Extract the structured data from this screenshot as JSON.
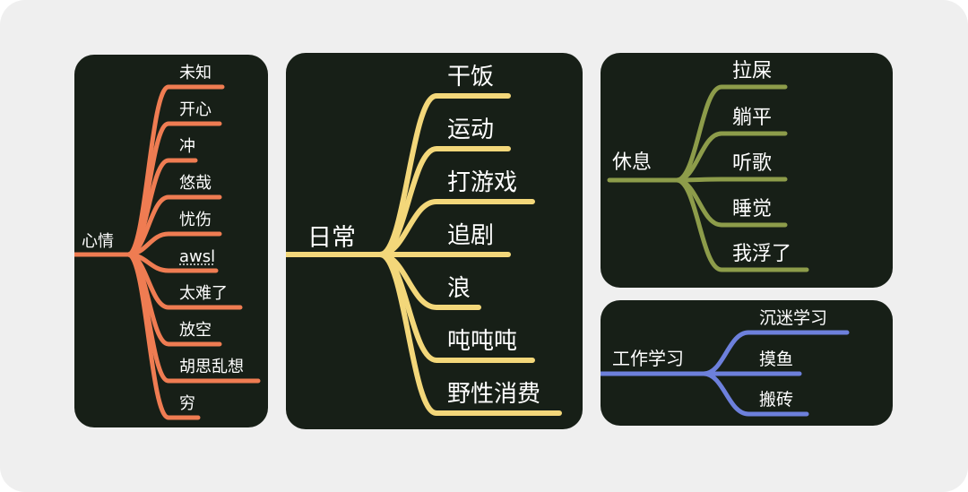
{
  "maps": [
    {
      "id": "mood",
      "color": "#ef7c52",
      "root": "心情",
      "leaves": [
        "未知",
        "开心",
        "冲",
        "悠哉",
        "忧伤",
        "awsl",
        "太难了",
        "放空",
        "胡思乱想",
        "穷"
      ]
    },
    {
      "id": "daily",
      "color": "#f3d77a",
      "root": "日常",
      "leaves": [
        "干饭",
        "运动",
        "打游戏",
        "追剧",
        "浪",
        "吨吨吨",
        "野性消费"
      ]
    },
    {
      "id": "rest",
      "color": "#8d9c4a",
      "root": "休息",
      "leaves": [
        "拉屎",
        "躺平",
        "听歌",
        "睡觉",
        "我浮了"
      ]
    },
    {
      "id": "work",
      "color": "#6d80dc",
      "root": "工作学习",
      "leaves": [
        "沉迷学习",
        "摸鱼",
        "搬砖"
      ]
    }
  ]
}
